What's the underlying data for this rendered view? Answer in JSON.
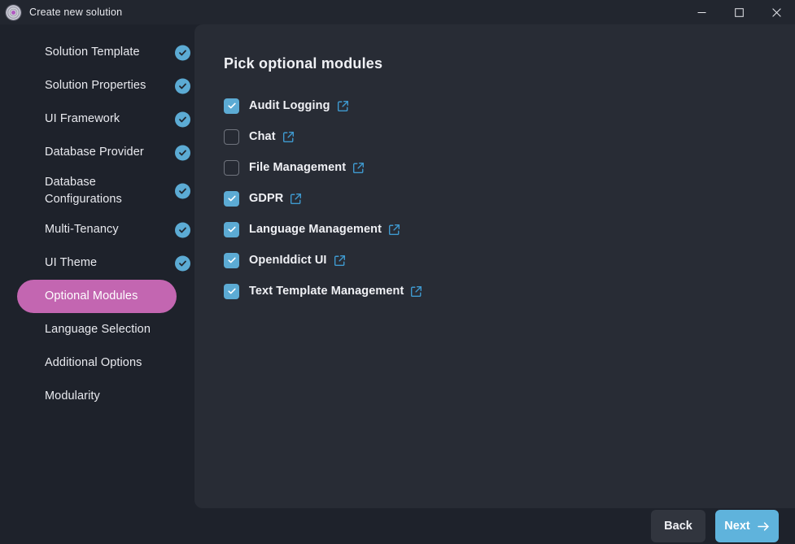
{
  "window": {
    "title": "Create new solution",
    "logo_icon": "abp-circular-logo-icon",
    "controls": {
      "minimize": "minimize-icon",
      "maximize": "maximize-icon",
      "close": "close-icon"
    }
  },
  "colors": {
    "window_background": "#1e222b",
    "titlebar_background": "#22262f",
    "panel_background": "#282c35",
    "active_nav": "#c366b1",
    "accent_blue": "#5cabd4",
    "primary_button": "#5fb3dc",
    "secondary_button": "#31353e",
    "text_primary": "#f0f1f5"
  },
  "sidebar": {
    "items": [
      {
        "label": "Solution Template",
        "completed": true,
        "active": false
      },
      {
        "label": "Solution Properties",
        "completed": true,
        "active": false
      },
      {
        "label": "UI Framework",
        "completed": true,
        "active": false
      },
      {
        "label": "Database Provider",
        "completed": true,
        "active": false
      },
      {
        "label": "Database Configurations",
        "completed": true,
        "active": false
      },
      {
        "label": "Multi-Tenancy",
        "completed": true,
        "active": false
      },
      {
        "label": "UI Theme",
        "completed": true,
        "active": false
      },
      {
        "label": "Optional Modules",
        "completed": false,
        "active": true
      },
      {
        "label": "Language Selection",
        "completed": false,
        "active": false
      },
      {
        "label": "Additional Options",
        "completed": false,
        "active": false
      },
      {
        "label": "Modularity",
        "completed": false,
        "active": false
      }
    ],
    "check_icon": "check-circle-icon"
  },
  "main": {
    "title": "Pick optional modules",
    "link_icon": "external-link-icon",
    "modules": [
      {
        "label": "Audit Logging",
        "checked": true
      },
      {
        "label": "Chat",
        "checked": false
      },
      {
        "label": "File Management",
        "checked": false
      },
      {
        "label": "GDPR",
        "checked": true
      },
      {
        "label": "Language Management",
        "checked": true
      },
      {
        "label": "OpenIddict UI",
        "checked": true
      },
      {
        "label": "Text Template Management",
        "checked": true
      }
    ]
  },
  "footer": {
    "back_label": "Back",
    "next_label": "Next",
    "next_icon": "arrow-right-icon"
  }
}
